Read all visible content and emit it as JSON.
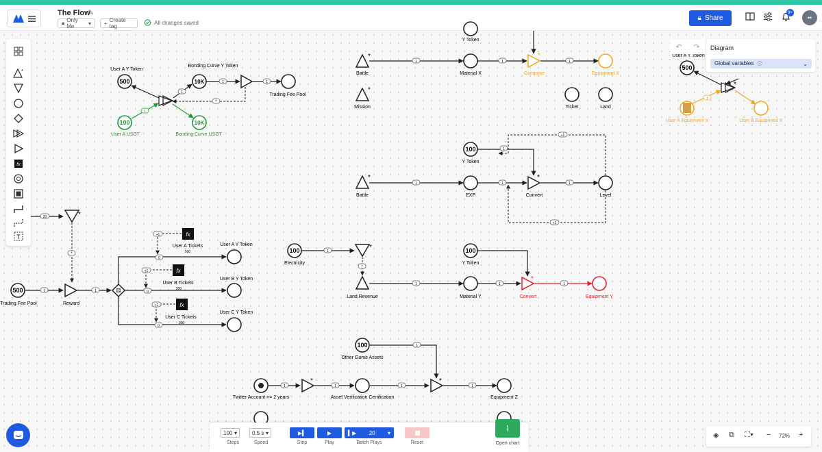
{
  "header": {
    "title": "The Flow",
    "visibility": "Only Me",
    "create_tag": "Create tag",
    "save_status": "All changes saved",
    "share_label": "Share",
    "notification_count": "9+",
    "brand_color": "#1e5be0",
    "stripe_color": "#2ec9a4"
  },
  "panel": {
    "title": "Diagram",
    "select_value": "Global variables"
  },
  "diagram": {
    "labels": {
      "user_a_y_token": "User A Y Token",
      "bonding_curve_y_token": "Bonding Curve Y Token",
      "trading_fee_pool_top": "Trading Fee Pool",
      "user_a_usdt": "User A USDT",
      "bonding_curve_usdt": "Bonding Curve USDT",
      "y_token_top": "Y Token",
      "battle_top": "Battle",
      "material_x": "Material X",
      "compose": "Compose",
      "equipment_x": "Equipment X",
      "mission": "Mission",
      "ticket": "Ticket",
      "land": "Land",
      "user_a_y_token_right": "User A Y Token",
      "user_a_equipment_x": "User A Equipment X",
      "user_b_equipment_x": "User B Equipment X",
      "y_token_mid": "Y Token",
      "battle_mid": "Battle",
      "exp": "EXP",
      "convert_mid": "Convert",
      "level": "Level",
      "trading_fee_pool_left": "Trading Fee Pool",
      "reward": "Reward",
      "user_a_tickets": "User A Tickets",
      "user_b_tickets": "User B Tickets",
      "user_c_tickets": "User C Tickets",
      "user_a_y_token_out": "User A Y Token",
      "user_b_y_token_out": "User B Y Token",
      "user_c_y_token_out": "User C Y Token",
      "electricity": "Electricity",
      "land_revenue": "Land Revenue",
      "y_token_low": "Y Token",
      "material_y": "Material Y",
      "convert_low": "Convert",
      "equipment_y": "Equipment Y",
      "other_game_assets": "Other Game Assets",
      "twitter_account": "Twitter Account >= 2 years",
      "asset_verification": "Asset Verification Certification",
      "equipment_z": "Equipment Z"
    },
    "values": {
      "pool_500_top": "500",
      "bonding_10k": "10K",
      "usdt_100": "100",
      "bonding_usdt_10k": "10K",
      "right_500": "500",
      "y_token_mid_100": "100",
      "trading_500_left": "500",
      "electricity_100": "100",
      "y_token_low_100": "100",
      "other_assets_100": "100",
      "ticket_a_500": "500",
      "ticket_b_200": "200",
      "ticket_c_300": "300"
    },
    "edge_labels": {
      "one": "1",
      "twenty": "20",
      "zero": "0",
      "plus_one": "+1",
      "star": "*"
    },
    "colors": {
      "green": "#1a9e35",
      "orange": "#f5a623",
      "red": "#e8202a"
    }
  },
  "bottom": {
    "steps_value": "100",
    "steps_label": "Steps",
    "speed_value": "0.5 s",
    "speed_label": "Speed",
    "step_label": "Step",
    "play_label": "Play",
    "batch_value": "20",
    "batch_label": "Batch Plays",
    "reset_label": "Reset",
    "open_chart_label": "Open chart"
  },
  "zoom": {
    "value": "72%"
  }
}
